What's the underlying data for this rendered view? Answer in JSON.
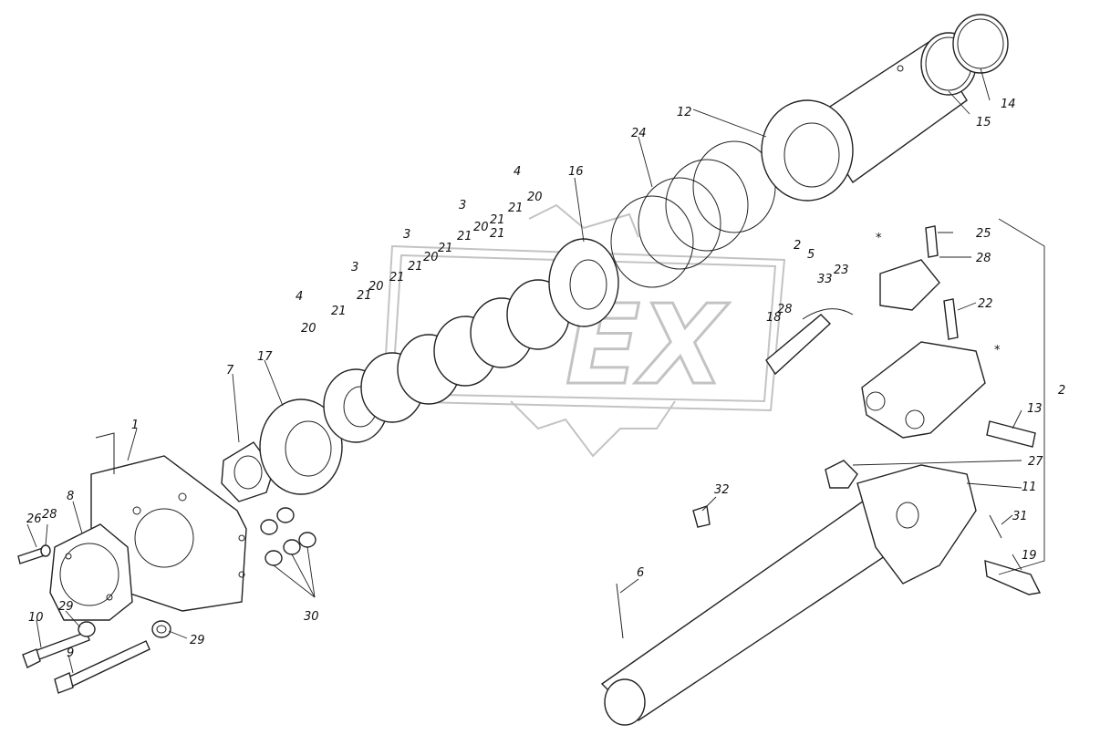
{
  "diagram": {
    "watermark_text": "EX",
    "labels": [
      "1",
      "2",
      "2",
      "3",
      "3",
      "3",
      "4",
      "4",
      "5",
      "6",
      "7",
      "8",
      "9",
      "10",
      "11",
      "12",
      "13",
      "14",
      "15",
      "16",
      "17",
      "18",
      "19",
      "20",
      "20",
      "20",
      "20",
      "20",
      "21",
      "21",
      "21",
      "21",
      "21",
      "21",
      "21",
      "21",
      "21",
      "22",
      "23",
      "24",
      "25",
      "26",
      "27",
      "28",
      "28",
      "28",
      "29",
      "29",
      "30",
      "31",
      "32",
      "33",
      "*",
      "*"
    ]
  }
}
